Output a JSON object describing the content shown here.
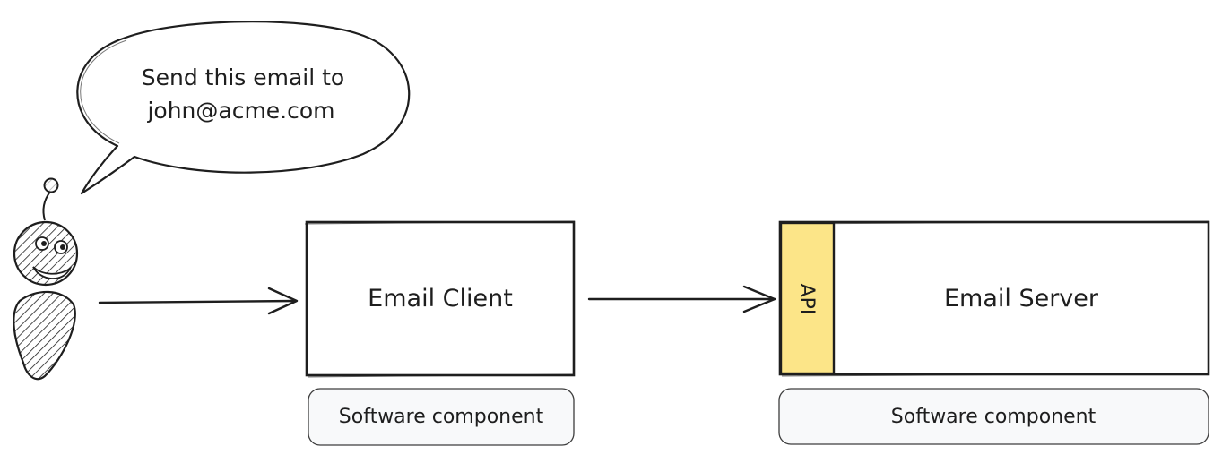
{
  "speech_bubble": {
    "line1": "Send this email to",
    "line2": "john@acme.com"
  },
  "email_client": {
    "label": "Email Client",
    "tag": "Software component"
  },
  "email_server": {
    "label": "Email Server",
    "api_label": "API",
    "tag": "Software component"
  },
  "user": {
    "icon": "robot-user-icon"
  },
  "colors": {
    "stroke": "#1e1e1e",
    "api_fill": "#fce588",
    "tag_fill": "#f8f9fa",
    "tag_stroke": "#3d3d3d",
    "background": "#ffffff"
  }
}
